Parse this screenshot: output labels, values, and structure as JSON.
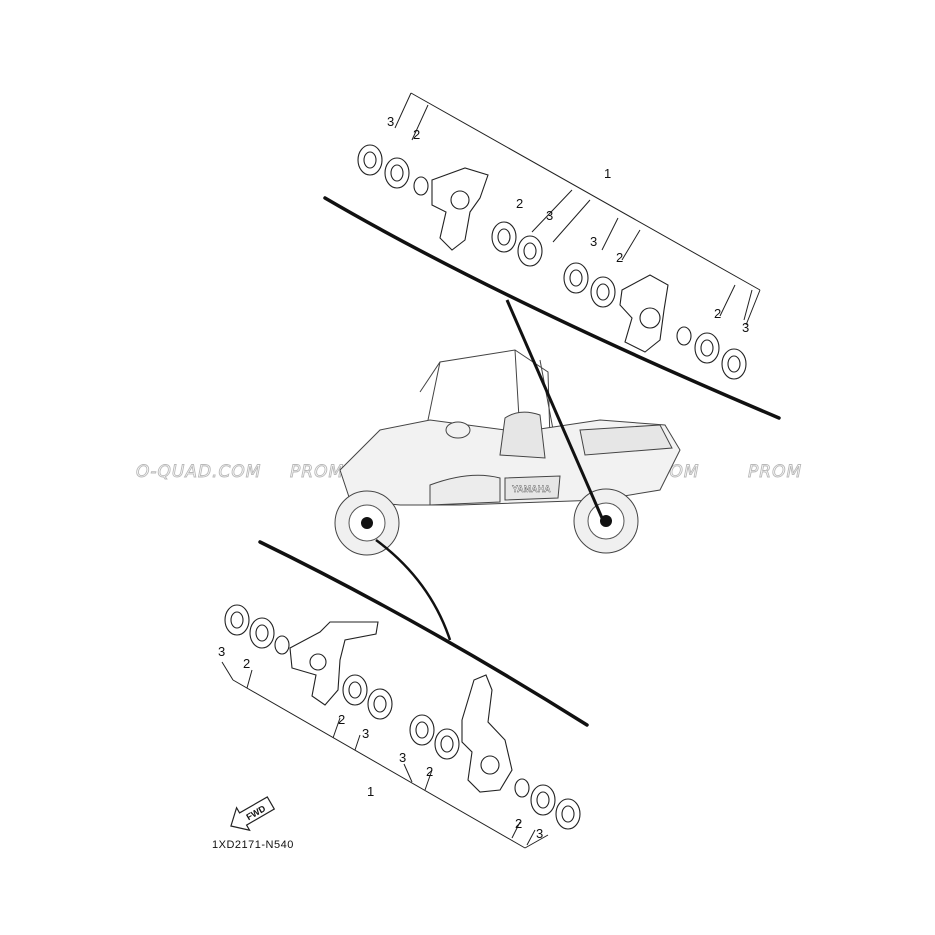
{
  "diagram": {
    "reference_code": "1XD2171-N540",
    "fwd_label": "FWD",
    "vehicle_brand": "YAMAHA",
    "watermark": [
      "O-QUAD.COM",
      "PROMO-QUAD.COM",
      "PROMO-QUAD.COM",
      "PROM"
    ],
    "callouts": {
      "upper": [
        "3",
        "2",
        "1",
        "2",
        "3",
        "3",
        "2",
        "2",
        "3"
      ],
      "lower": [
        "3",
        "2",
        "2",
        "3",
        "3",
        "2",
        "1",
        "2",
        "3"
      ]
    }
  }
}
